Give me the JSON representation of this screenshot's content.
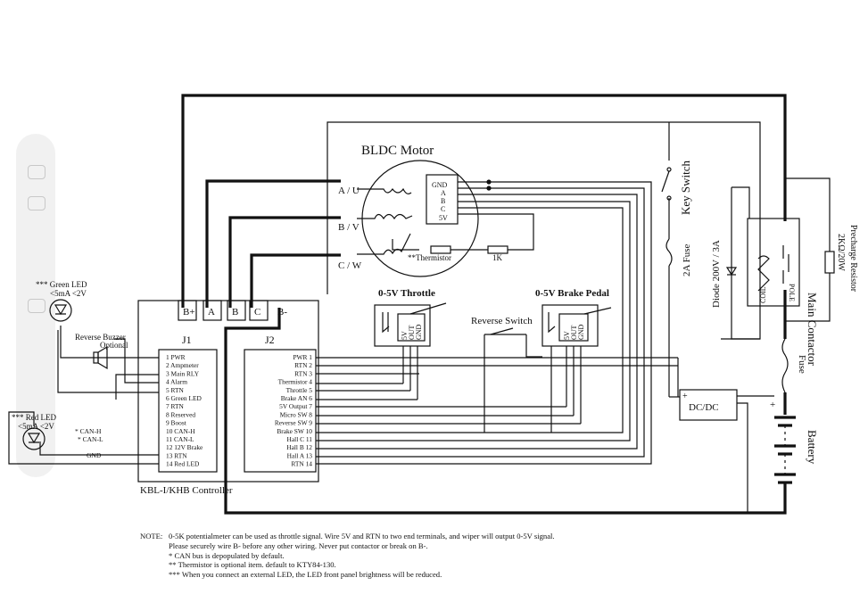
{
  "title": "BLDC Motor",
  "motor_phases": [
    "A / U",
    "B / V",
    "C / W"
  ],
  "hall_pins": [
    "GND",
    "A",
    "B",
    "C",
    "5V"
  ],
  "thermistor_label": "**Thermistor",
  "resistor_1k": "1K",
  "throttle_label": "0-5V  Throttle",
  "brake_label": "0-5V Brake Pedal",
  "pot_pins": [
    "5V",
    "OUT",
    "GND"
  ],
  "reverse_switch": "Reverse Switch",
  "key_switch": "Key Switch",
  "fuse_2a": "2A Fuse",
  "diode": "Diode  200V / 3A",
  "main_contactor": "Main Contactor",
  "coil": "COIL",
  "pole": "POLE",
  "precharge": [
    "Precharge Resistor",
    "2KΩ/20W"
  ],
  "fuse": "Fuse",
  "dcdc": "DC/DC",
  "battery": "Battery",
  "power_terminals": [
    "B+",
    "A",
    "B",
    "C",
    "B-"
  ],
  "controller_label": "KBL-I/KHB Controller",
  "j1_label": "J1",
  "j2_label": "J2",
  "j1_pins": [
    "1  PWR",
    "2  Ampmeter",
    "3  Main RLY",
    "4  Alarm",
    "5  RTN",
    "6  Green LED",
    "7  RTN",
    "8  Reserved",
    "9  Boost",
    "10 CAN-H",
    "11 CAN-L",
    "12 12V Brake",
    "13 RTN",
    "14 Red LED"
  ],
  "j2_pins": [
    "PWR  1",
    "RTN  2",
    "RTN  3",
    "Thermistor  4",
    "Throttle  5",
    "Brake AN  6",
    "5V Output  7",
    "Micro SW 8",
    "Reverse SW 9",
    "Brake SW 10",
    "Hall C  11",
    "Hall B  12",
    "Hall A  13",
    "RTN  14"
  ],
  "green_led": [
    "*** Green LED",
    "<5mA  <2V"
  ],
  "red_led": [
    "*** Red LED",
    "<5mA  <2V"
  ],
  "buzzer": [
    "Reverse Buzzer",
    "Optional"
  ],
  "can_h": "* CAN-H",
  "can_l": "* CAN-L",
  "gnd": "GND",
  "notes": {
    "label": "NOTE:",
    "lines": [
      "0-5K potentialmeter can be used as throttle signal. Wire 5V and RTN to two end terminals, and wiper will output 0-5V signal.",
      "Please securely wire B- before any other wiring. Never put contactor or break on B-.",
      "* CAN bus is depopulated by default.",
      "** Thermistor is optional item. default to KTY84-130.",
      "*** When you connect an external LED, the LED front panel brightness will be reduced."
    ]
  }
}
